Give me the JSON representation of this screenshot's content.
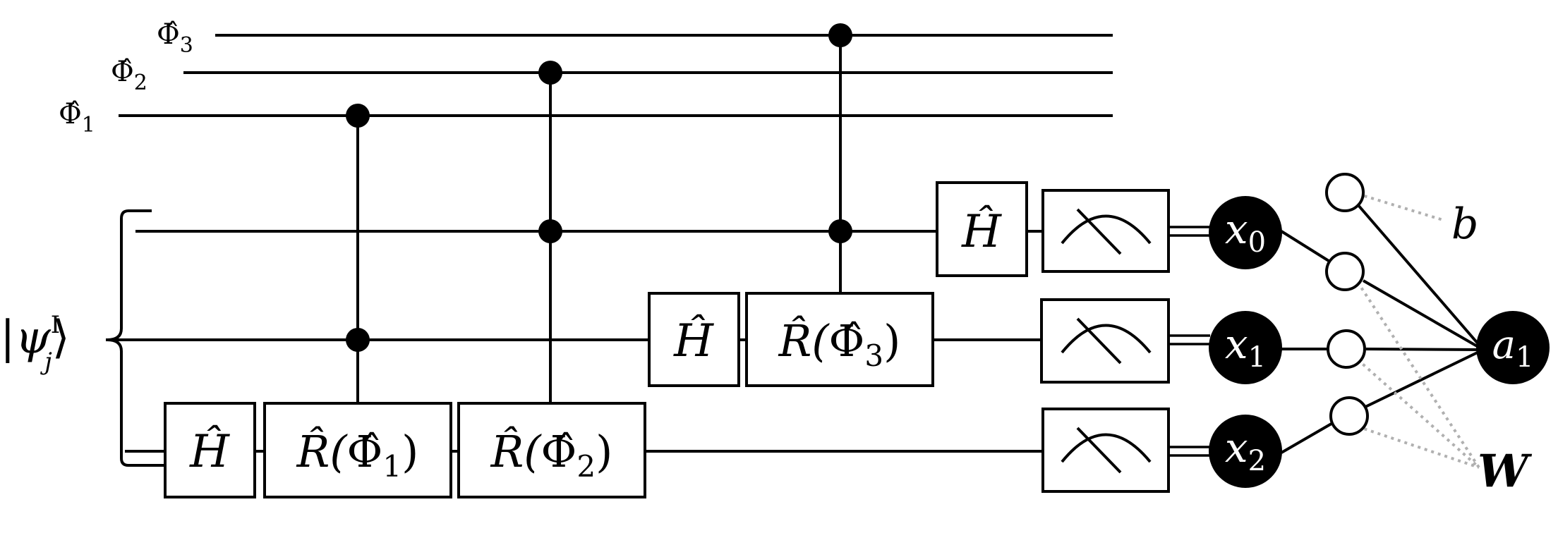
{
  "wires": {
    "phi_3": {
      "symbol": "Φ̂",
      "sub": "3"
    },
    "phi_2": {
      "symbol": "Φ̂",
      "sub": "2"
    },
    "phi_1": {
      "symbol": "Φ̂",
      "sub": "1"
    }
  },
  "input_state": {
    "prefix": "|",
    "psi": "ψ",
    "sup": "I",
    "sub": "j",
    "suffix": "⟩"
  },
  "gates": {
    "h_symbol": "Ĥ",
    "r1": {
      "r": "R̂(",
      "phi": "Φ̂",
      "sub": "1",
      "close": ")"
    },
    "r2": {
      "r": "R̂(",
      "phi": "Φ̂",
      "sub": "2",
      "close": ")"
    },
    "r3": {
      "r": "R̂(",
      "phi": "Φ̂",
      "sub": "3",
      "close": ")"
    }
  },
  "outputs": [
    {
      "var": "x",
      "sub": "0"
    },
    {
      "var": "x",
      "sub": "1"
    },
    {
      "var": "x",
      "sub": "2"
    }
  ],
  "network": {
    "output_node": {
      "var": "a",
      "sub": "1"
    },
    "bias_label": "b",
    "weight_label": "W"
  },
  "colors": {
    "line": "#000000",
    "dotted": "#b0b0b0",
    "node_fill_dark": "#000000",
    "node_fill_light": "#ffffff"
  }
}
